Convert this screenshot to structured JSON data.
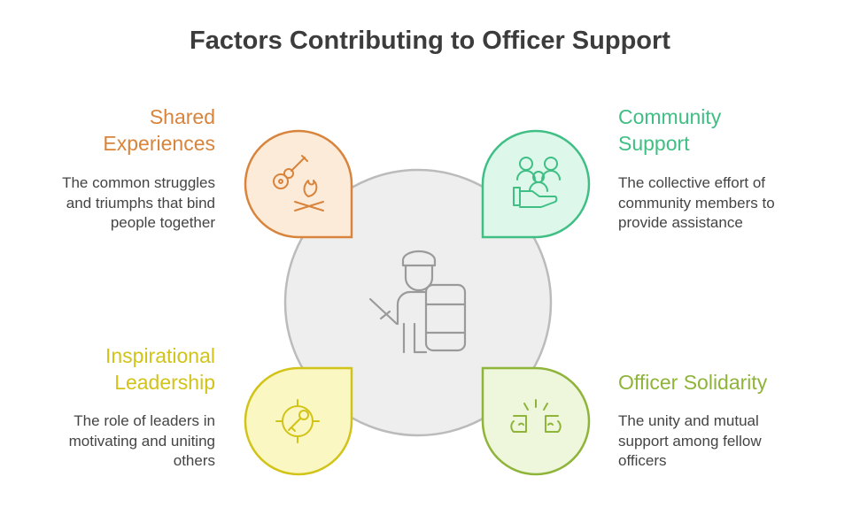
{
  "title": "Factors Contributing to Officer Support",
  "colors": {
    "shared": "#D8843C",
    "shared_fill": "#FDEBD9",
    "community": "#3FBF84",
    "community_fill": "#DDF7EA",
    "inspirational": "#D2C318",
    "inspirational_fill": "#FBF7C2",
    "solidarity": "#8FB43A",
    "solidarity_fill": "#EEF6DB",
    "center_fill": "#EEEEEE",
    "center_stroke": "#BBBBBB"
  },
  "factors": {
    "shared": {
      "heading_line1": "Shared",
      "heading_line2": "Experiences",
      "desc_line1": "The common struggles",
      "desc_line2": "and triumphs that bind",
      "desc_line3": "people together",
      "icon": "guitar-campfire-icon"
    },
    "community": {
      "heading_line1": "Community",
      "heading_line2": "Support",
      "desc_line1": "The collective effort of",
      "desc_line2": "community members to",
      "desc_line3": "provide assistance",
      "icon": "people-in-hand-icon"
    },
    "inspirational": {
      "heading_line1": "Inspirational",
      "heading_line2": "Leadership",
      "desc_line1": "The role of leaders in",
      "desc_line2": "motivating and uniting",
      "desc_line3": "others",
      "icon": "target-key-icon"
    },
    "solidarity": {
      "heading_line1": "Officer Solidarity",
      "desc_line1": "The unity and mutual",
      "desc_line2": "support among fellow",
      "desc_line3": "officers",
      "icon": "unity-hands-icon"
    }
  },
  "center_icon": "officer-shield-icon"
}
